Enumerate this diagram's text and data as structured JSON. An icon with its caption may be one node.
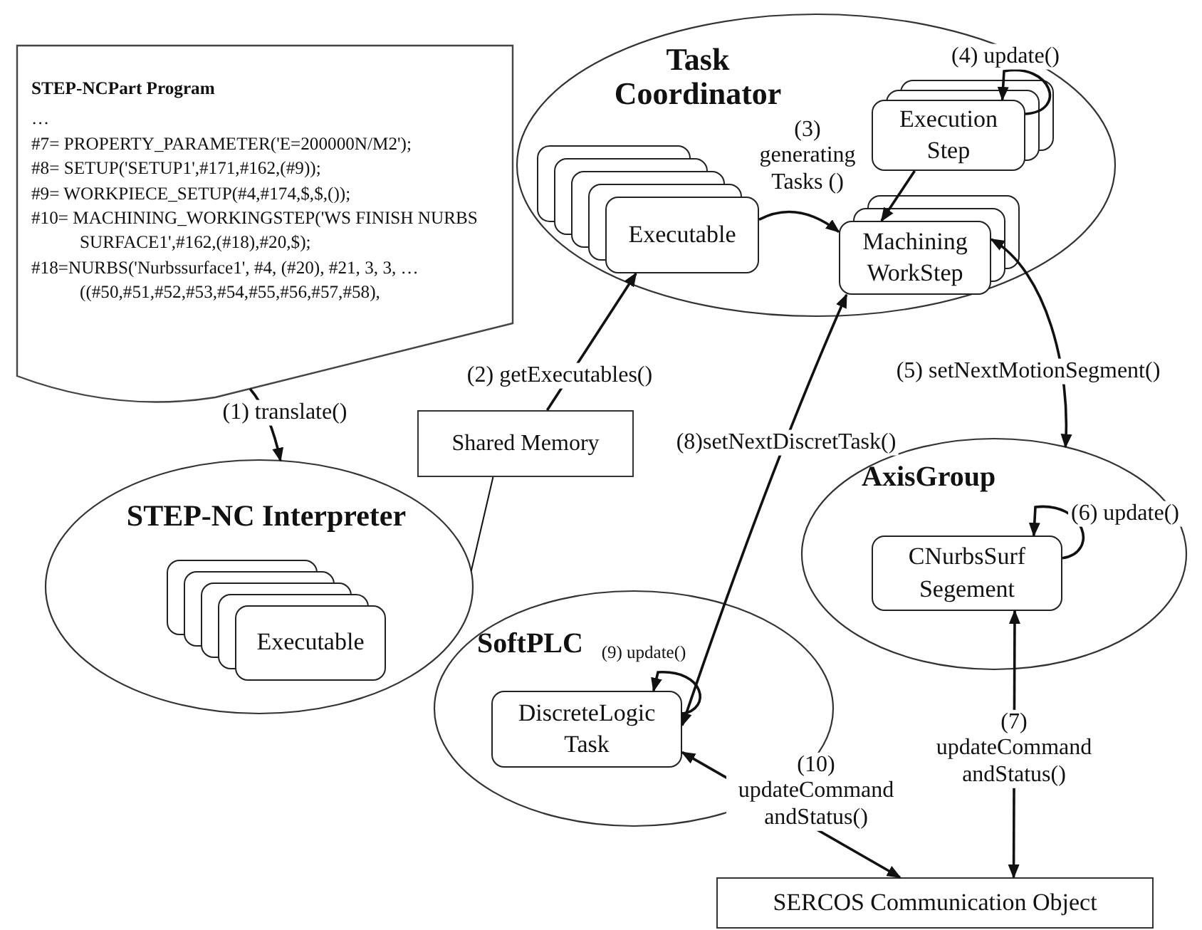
{
  "diagram": {
    "nodes": [
      {
        "text": [
          "STEP-NCPart Program",
          "…",
          "#7= PROPERTY_PARAMETER('E=200000N/M2');",
          "#8= SETUP('SETUP1',#171,#162,(#9));",
          "#9= WORKPIECE_SETUP(#4,#174,$,$,());",
          "#10= MACHINING_WORKINGSTEP('WS FINISH NURBS SURFACE1',#162,(#18),#20,$);",
          "#18=NURBS('Nurbssurface1', #4, (#20), #21, 3, 3, … ((#50,#51,#52,#53,#54,#55,#56,#57,#58),"
        ]
      },
      {
        "text": [
          "Task Coordinator"
        ]
      },
      {
        "text": [
          "Executable"
        ],
        "in": 1
      },
      {
        "text": [
          "Execution Step"
        ],
        "in": 1
      },
      {
        "text": [
          "Machining WorkStep"
        ],
        "in": 1
      },
      {
        "text": [
          "Shared Memory"
        ]
      },
      {
        "text": [
          "STEP-NC Interpreter"
        ]
      },
      {
        "text": [
          "Executable"
        ],
        "in": 6
      },
      {
        "text": [
          "AxisGroup"
        ]
      },
      {
        "text": [
          "CNurbsSurf Segement"
        ],
        "in": 8
      },
      {
        "text": [
          "SoftPLC"
        ]
      },
      {
        "text": [
          "DiscreteLogic Task"
        ],
        "in": 10
      },
      {
        "text": [
          "SERCOS Communication Object"
        ]
      }
    ],
    "edges": [
      {
        "from": 0,
        "to": 6,
        "arrow": "to",
        "label": "(1) translate()"
      },
      {
        "from": 5,
        "to": 2,
        "arrow": "to",
        "label": "(2) getExecutables()"
      },
      {
        "from": 5,
        "to": 6,
        "arrow": "none"
      },
      {
        "from": 2,
        "to": 4,
        "arrow": "to",
        "label": "(3) generating Tasks ()"
      },
      {
        "from": 3,
        "to": 3,
        "arrow": "to",
        "label": "(4) update()"
      },
      {
        "from": 3,
        "to": 4,
        "arrow": "to"
      },
      {
        "from": 4,
        "to": 8,
        "arrow": "both",
        "label": "(5) setNextMotionSegment()"
      },
      {
        "from": 9,
        "to": 9,
        "arrow": "to",
        "label": "(6) update()"
      },
      {
        "from": 12,
        "to": 9,
        "arrow": "both",
        "label": "(7) updateCommand andStatus()"
      },
      {
        "from": 4,
        "to": 11,
        "arrow": "both",
        "label": "(8)setNextDiscretTask()"
      },
      {
        "from": 11,
        "to": 11,
        "arrow": "to",
        "label": "(9) update()"
      },
      {
        "from": 12,
        "to": 11,
        "arrow": "both",
        "label": "(10) updateCommand andStatus()"
      }
    ]
  }
}
